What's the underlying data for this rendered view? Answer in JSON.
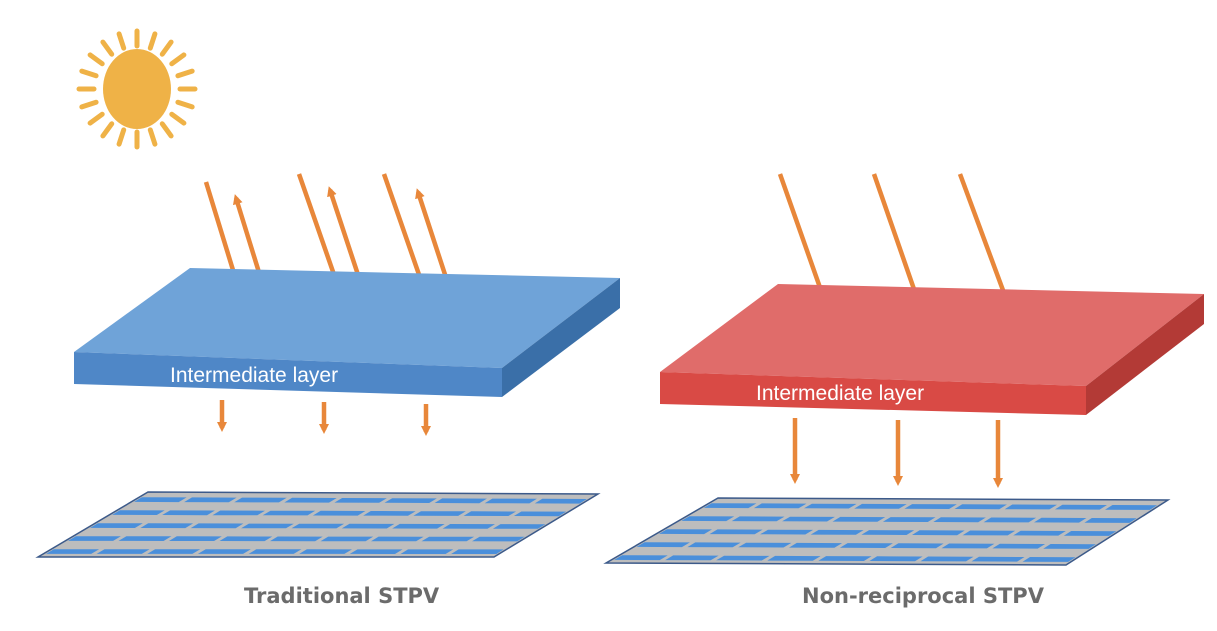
{
  "diagram": {
    "panels": [
      {
        "key": "traditional",
        "layer_label": "Intermediate layer",
        "caption": "Traditional STPV",
        "layer_colors": {
          "top": "#6fa3d8",
          "front": "#4f87c7",
          "side": "#3a6fa8"
        },
        "incoming_rays": 3,
        "reflected_rays": 3,
        "transmitted_rays": 3
      },
      {
        "key": "non-reciprocal",
        "layer_label": "Intermediate layer",
        "caption": "Non-reciprocal STPV",
        "layer_colors": {
          "top": "#e06c6a",
          "front": "#d94a45",
          "side": "#b33a36"
        },
        "incoming_rays": 3,
        "reflected_rays": 0,
        "transmitted_rays": 3
      }
    ],
    "colors": {
      "sun": "#efb247",
      "arrow": "#e8873a",
      "panel_frame": "#bdbdbd",
      "panel_cell": "#4a8fdb",
      "panel_edge": "#3c5a8a"
    },
    "icons": [
      "sun-icon",
      "solar-panel-icon"
    ]
  }
}
